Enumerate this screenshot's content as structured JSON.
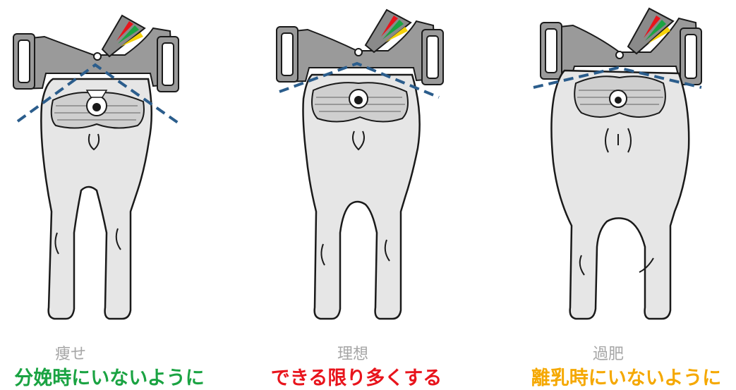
{
  "panels": [
    {
      "condition": "痩せ",
      "note": "分娩時にいないように",
      "note_color": "#1aa342"
    },
    {
      "condition": "理想",
      "note": "できる限り多くする",
      "note_color": "#e8141c"
    },
    {
      "condition": "過肥",
      "note": "離乳時にいないように",
      "note_color": "#f5a800"
    }
  ],
  "colors": {
    "body_fill": "#e6e6e6",
    "outline": "#1a1a1a",
    "caliper_grey": "#9a9a9a",
    "dashed_line": "#2b5d8c",
    "zone_red": "#e8141c",
    "zone_green": "#1aa342",
    "zone_yellow": "#f5d20a"
  }
}
